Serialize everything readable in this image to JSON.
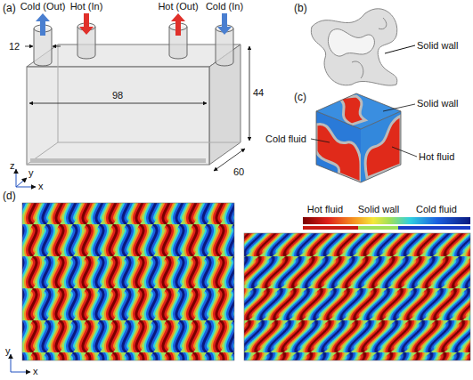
{
  "diagram": {
    "labels": [
      "(a)",
      "Cold (Out)",
      "Hot (In)",
      "Hot (Out)",
      "Cold (In)",
      "12",
      "98",
      "44",
      "60",
      "z",
      "y",
      "x",
      "(b)",
      "Solid wall",
      "(c)",
      "Solid wall",
      "Cold fluid",
      "Hot fluid",
      "(d)",
      "y",
      "x"
    ],
    "legend": [
      {
        "text": "Hot fluid",
        "color": "#c81a14"
      },
      {
        "text": "Solid wall",
        "color": "#9ee05a"
      },
      {
        "text": "Cold fluid",
        "color": "#1a3cc8"
      }
    ]
  }
}
